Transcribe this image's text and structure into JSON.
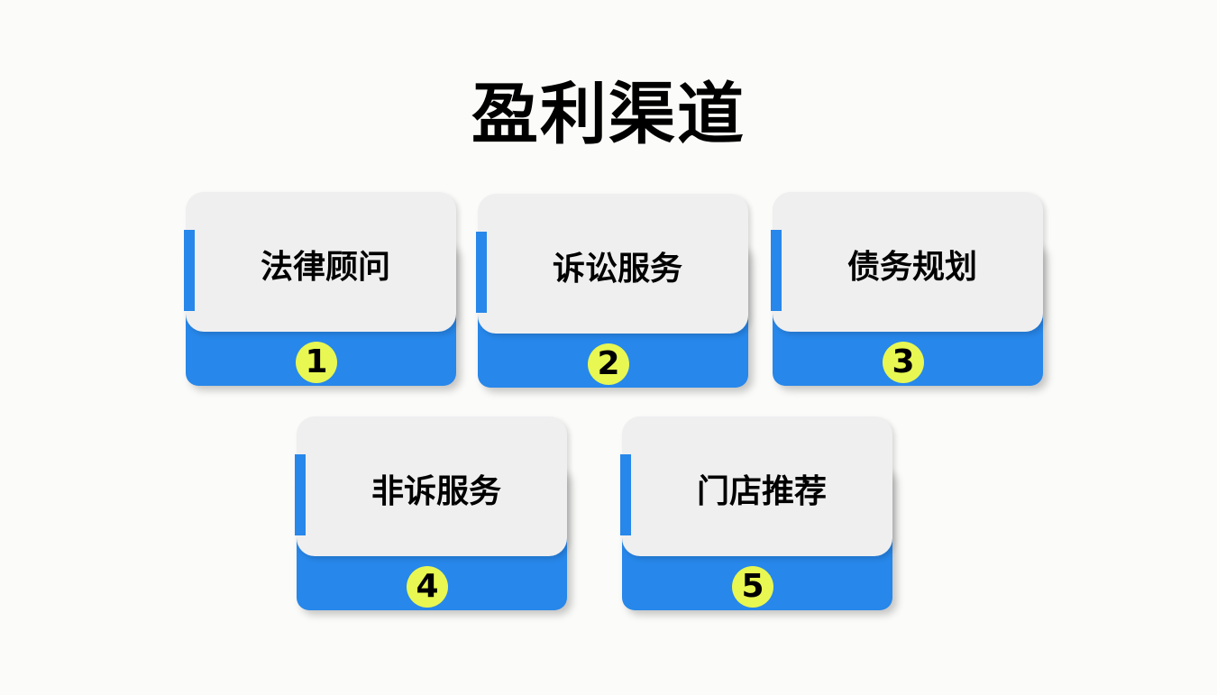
{
  "page": {
    "title": "盈利渠道"
  },
  "colors": {
    "background": "#fbfbf9",
    "accent_blue": "#2787ea",
    "card_face": "#efeff0",
    "badge_fill": "#e8f752",
    "text": "#000000"
  },
  "cards": [
    {
      "label": "法律顾问",
      "number": "1"
    },
    {
      "label": "诉讼服务",
      "number": "2"
    },
    {
      "label": "债务规划",
      "number": "3"
    },
    {
      "label": "非诉服务",
      "number": "4"
    },
    {
      "label": "门店推荐",
      "number": "5"
    }
  ]
}
